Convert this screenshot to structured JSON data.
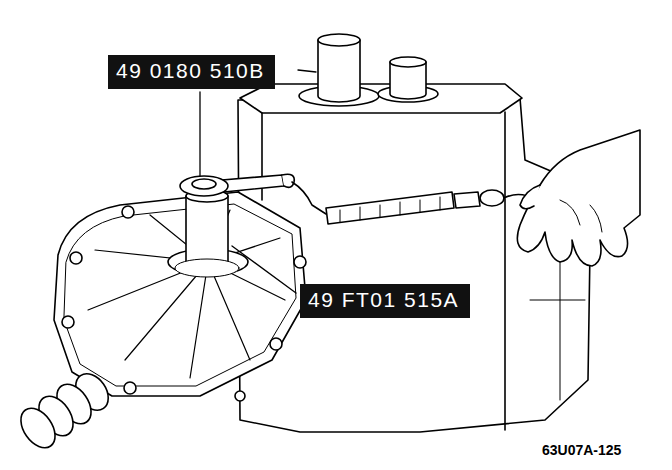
{
  "diagram": {
    "nodes": [
      {
        "text": [
          "49 0180 510B"
        ]
      },
      {
        "text": [
          "49 FT01 515A"
        ]
      }
    ],
    "labels": [
      "63U07A-125"
    ]
  }
}
